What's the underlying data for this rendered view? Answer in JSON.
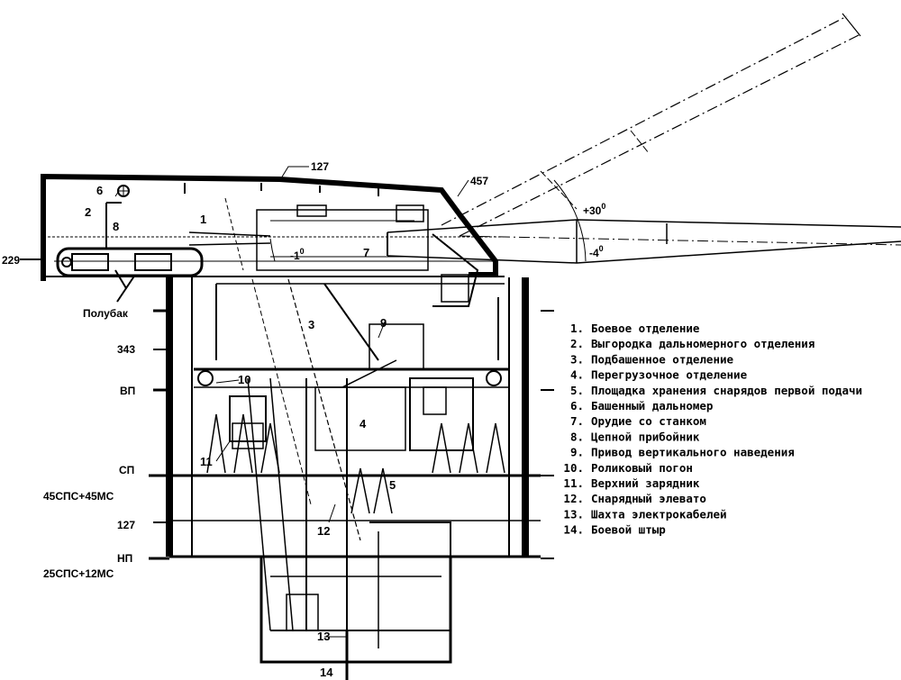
{
  "colors": {
    "ink": "#000000",
    "paper": "#ffffff"
  },
  "legend": [
    {
      "num": "1.",
      "text": "Боевое отделение"
    },
    {
      "num": "2.",
      "text": "Выгородка дальномерного отделения"
    },
    {
      "num": "3.",
      "text": "Подбашенное отделение"
    },
    {
      "num": "4.",
      "text": "Перегрузочное отделение"
    },
    {
      "num": "5.",
      "text": "Площадка хранения снарядов первой подачи"
    },
    {
      "num": "6.",
      "text": "Башенный дальномер"
    },
    {
      "num": "7.",
      "text": "Орудие со станком"
    },
    {
      "num": "8.",
      "text": "Цепной прибойник"
    },
    {
      "num": "9.",
      "text": "Привод вертикального наведения"
    },
    {
      "num": "10.",
      "text": "Роликовый погон"
    },
    {
      "num": "11.",
      "text": "Верхний зарядник"
    },
    {
      "num": "12.",
      "text": "Снарядный элевато"
    },
    {
      "num": "13.",
      "text": "Шахта электрокабелей"
    },
    {
      "num": "14.",
      "text": "Боевой штыр"
    }
  ],
  "side_labels": {
    "armor_229": "229",
    "polubak": "Полубак",
    "armor_343": "343",
    "vp": "ВП",
    "sp": "СП",
    "sp_spec": "45СПС+45МС",
    "armor_127_low": "127",
    "np": "НП",
    "np_spec": "25СПС+12МС"
  },
  "top_labels": {
    "roof_127": "127",
    "front_457": "457",
    "angle_plus30": "+30",
    "angle_minus4": "-4",
    "angle_minus1": "-1"
  },
  "callouts": [
    "1",
    "2",
    "3",
    "4",
    "5",
    "6",
    "7",
    "8",
    "9",
    "10",
    "11",
    "12",
    "13",
    "14"
  ]
}
